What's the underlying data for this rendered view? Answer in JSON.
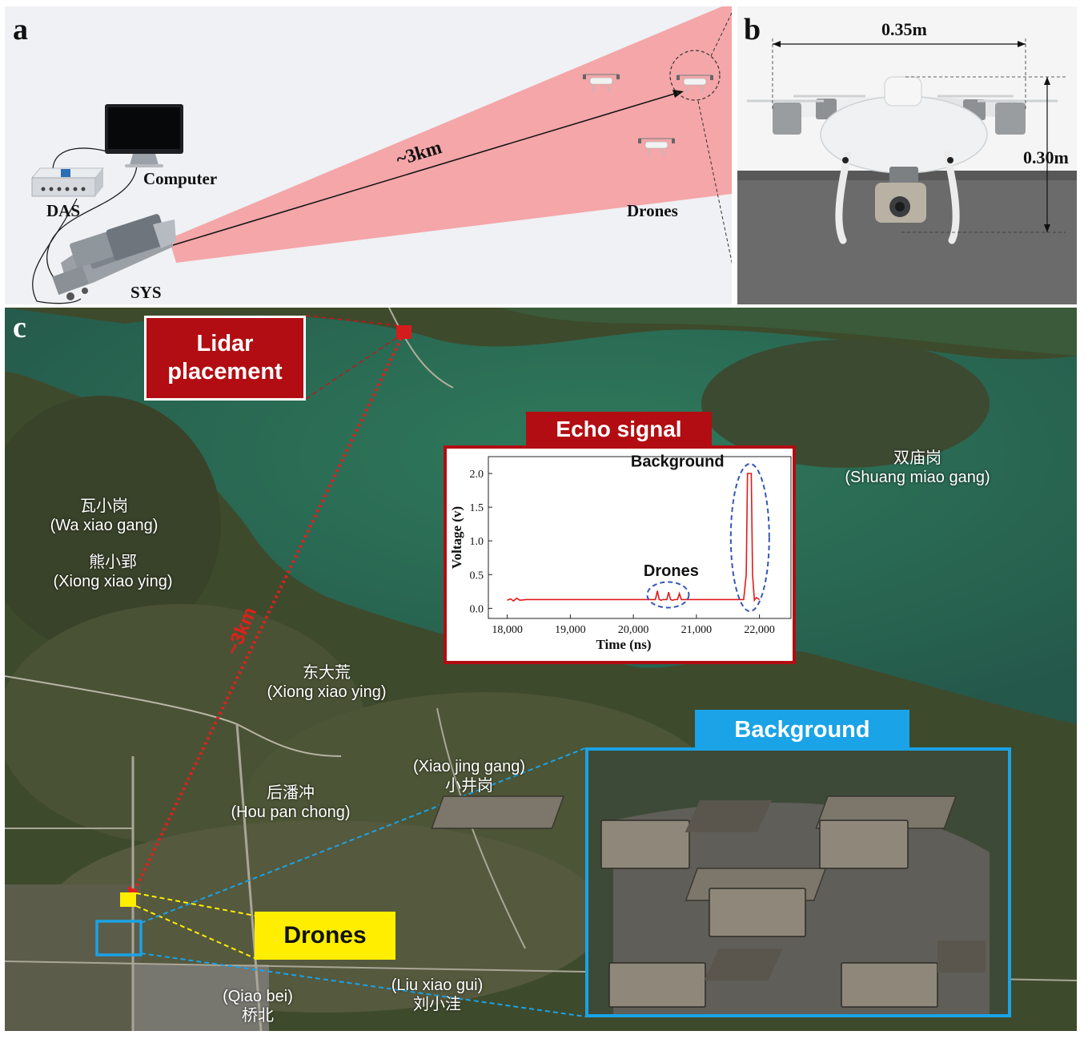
{
  "panel_a": {
    "letter": "a",
    "labels": {
      "computer": "Computer",
      "das": "DAS",
      "sys": "SYS",
      "distance": "~3km",
      "drones": "Drones"
    },
    "icons": [
      "computer-monitor-icon",
      "das-unit-icon",
      "lidar-system-icon",
      "drone-icon"
    ]
  },
  "panel_b": {
    "letter": "b",
    "width_label": "0.35m",
    "height_label": "0.30m",
    "icons": [
      "drone-photo"
    ]
  },
  "panel_c": {
    "letter": "c",
    "lidar_placement": "Lidar placement",
    "distance": "~3km",
    "echo_signal_title": "Echo signal",
    "background_title": "Background",
    "drones_title": "Drones",
    "places": [
      {
        "cn": "瓦小岗",
        "en": "(Wa xiao gang)"
      },
      {
        "cn": "熊小郢",
        "en": "(Xiong xiao ying)"
      },
      {
        "cn": "东大荒",
        "en": "(Xiong xiao ying)"
      },
      {
        "cn": "双庙岗",
        "en": "(Shuang miao gang)"
      },
      {
        "cn": "后潘冲",
        "en": "(Hou pan chong)"
      },
      {
        "cn": "小井岗",
        "en": "(Xiao jing gang)"
      },
      {
        "cn": "刘小洼",
        "en": "(Liu xiao gui)"
      },
      {
        "cn": "桥北",
        "en": "(Qiao bei)"
      }
    ],
    "colors": {
      "lidar_red": "#b20d12",
      "signal_red": "#e01b1b",
      "drone_yellow": "#ffee00",
      "background_blue": "#1aa3e6",
      "beam_pink": "#f4a6a8"
    }
  },
  "chart_data": {
    "type": "line",
    "title": "",
    "xlabel": "Time (ns)",
    "ylabel": "Voltage (v)",
    "xlim": [
      17700,
      22500
    ],
    "ylim": [
      -0.15,
      2.25
    ],
    "xticks": [
      "18,000",
      "19,000",
      "20,000",
      "21,000",
      "22,000"
    ],
    "yticks": [
      "0.0",
      "0.5",
      "1.0",
      "1.5",
      "2.0"
    ],
    "annotations": [
      "Background",
      "Drones"
    ],
    "series": [
      {
        "x": [
          18000,
          18050,
          18100,
          18150,
          18200,
          18300,
          19000,
          20000,
          20350,
          20380,
          20410,
          20440,
          20470,
          20530,
          20560,
          20590,
          20620,
          20660,
          20700,
          20730,
          20760,
          20800,
          21000,
          21500,
          21750,
          21790,
          21810,
          21830,
          21870,
          21890,
          21920,
          21950,
          22000
        ],
        "y": [
          0.12,
          0.14,
          0.11,
          0.15,
          0.12,
          0.13,
          0.13,
          0.13,
          0.13,
          0.26,
          0.13,
          0.12,
          0.13,
          0.13,
          0.24,
          0.13,
          0.12,
          0.13,
          0.13,
          0.22,
          0.13,
          0.13,
          0.13,
          0.13,
          0.13,
          0.5,
          2.0,
          2.0,
          2.0,
          0.5,
          0.12,
          0.16,
          0.13
        ]
      }
    ]
  }
}
